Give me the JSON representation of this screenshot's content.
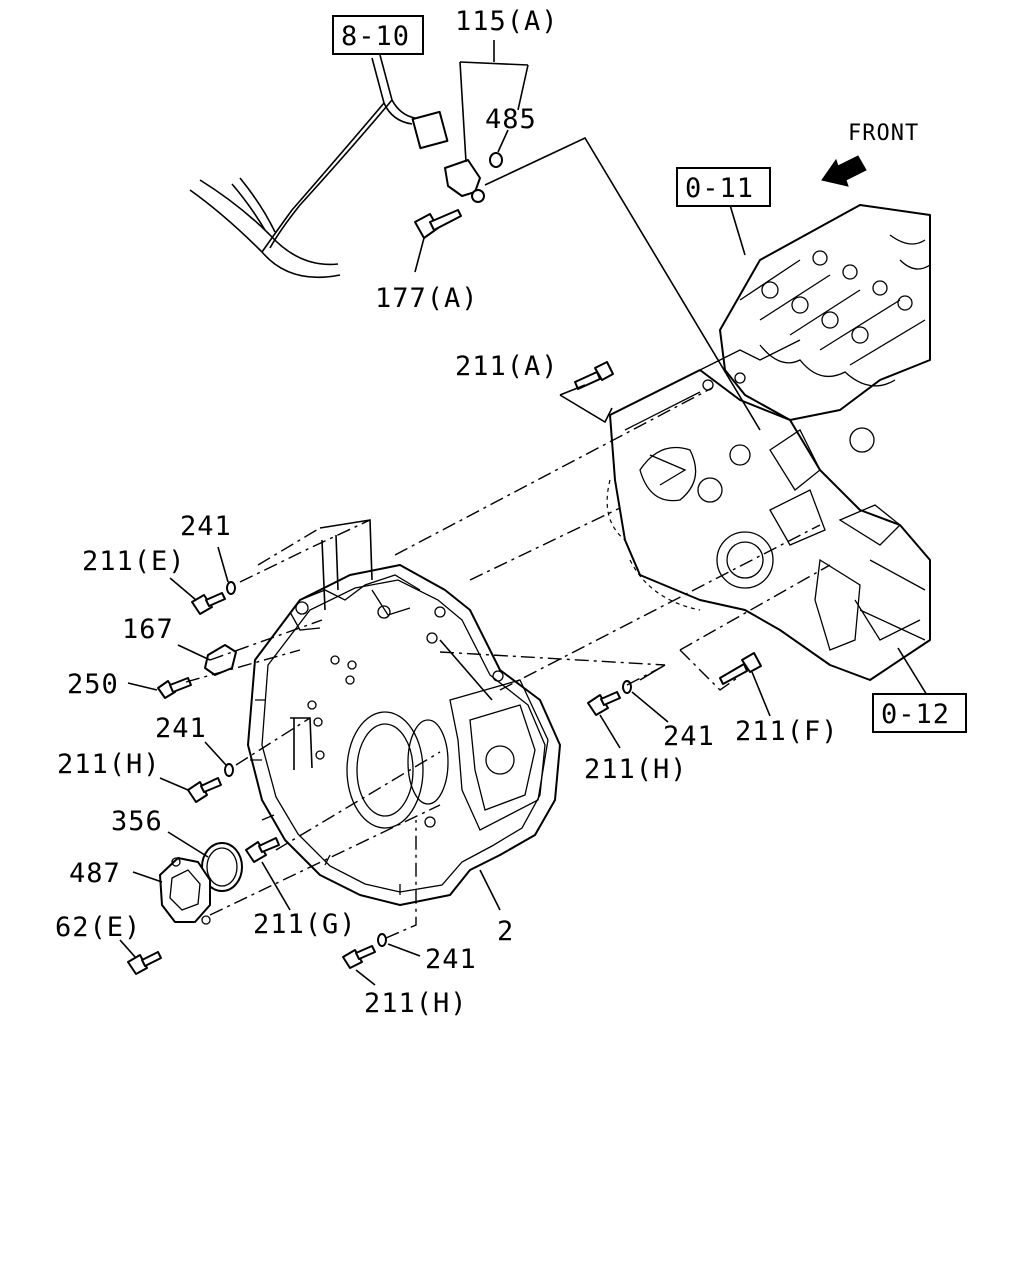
{
  "callouts": {
    "ref_8_10": "8-10",
    "ref_0_11": "0-11",
    "ref_0_12": "0-12",
    "p115a": "115(A)",
    "p485": "485",
    "p177a": "177(A)",
    "p211a": "211(A)",
    "p241_top": "241",
    "p211e": "211(E)",
    "p167": "167",
    "p250": "250",
    "p241_mid": "241",
    "p211h_left": "211(H)",
    "p356": "356",
    "p487": "487",
    "p62e": "62(E)",
    "p211g": "211(G)",
    "p2": "2",
    "p241_bottom": "241",
    "p211h_bottom": "211(H)",
    "p241_right": "241",
    "p211h_right": "211(H)",
    "p211f": "211(F)"
  },
  "direction": {
    "front_label": "FRONT"
  }
}
